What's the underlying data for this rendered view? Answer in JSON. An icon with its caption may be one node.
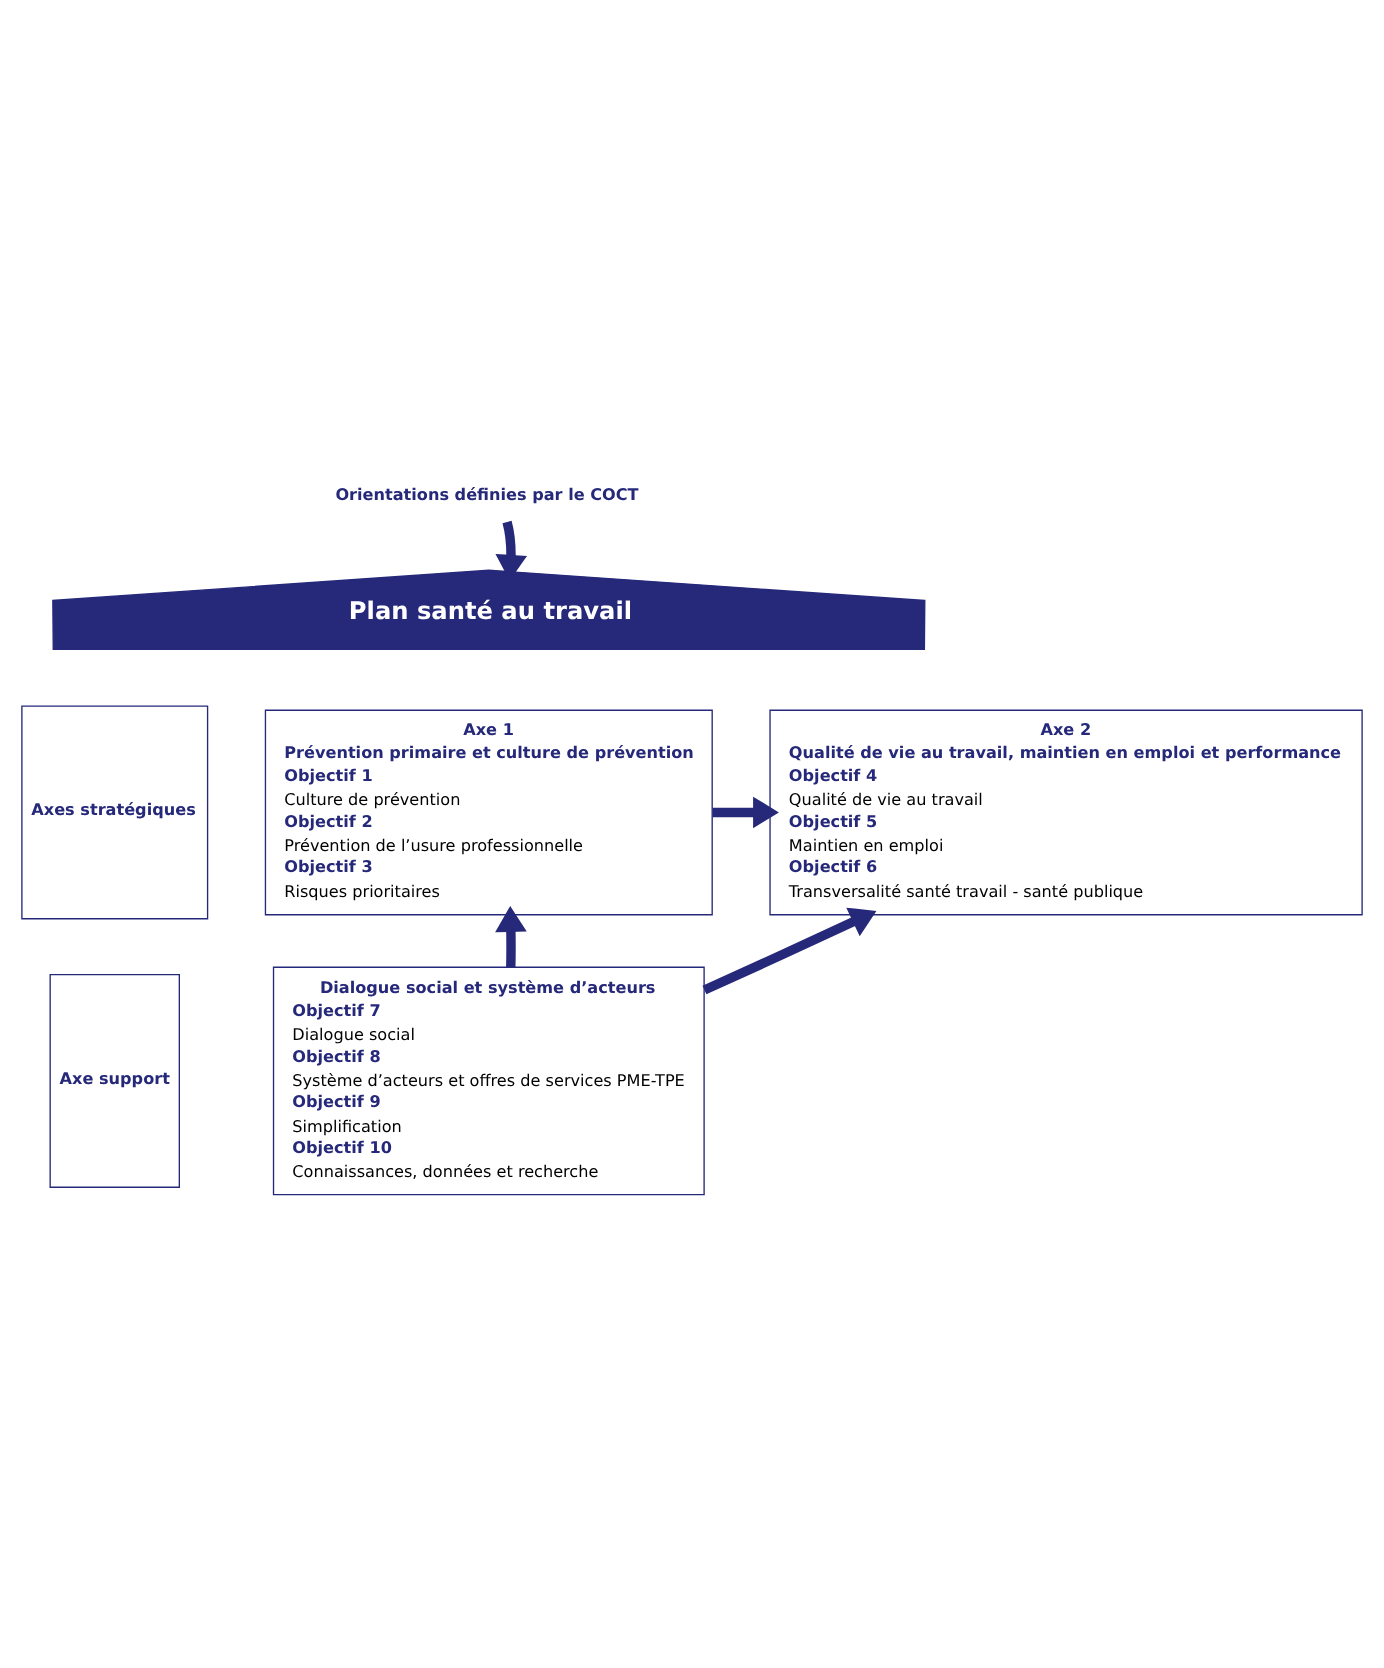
{
  "diagram": {
    "nodes": [
      {
        "text": [
          "Orientations définies par le COCT"
        ]
      },
      {
        "text": [
          "Plan santé au travail"
        ]
      },
      {
        "text": [
          "Axes stratégiques"
        ]
      },
      {
        "text": [
          "Axe 1",
          "Prévention primaire et culture de prévention",
          "Objectif 1",
          "Culture de prévention",
          "Objectif 2",
          "Prévention de l’usure professionnelle",
          "Objectif 3",
          "Risques prioritaires"
        ]
      },
      {
        "text": [
          "Axe 2",
          "Qualité de vie au travail, maintien en emploi et performance",
          "Objectif 4",
          "Qualité de vie au travail",
          "Objectif 5",
          "Maintien en emploi",
          "Objectif 6",
          "Transversalité santé travail - santé publique"
        ]
      },
      {
        "text": [
          "Axe support"
        ]
      },
      {
        "text": [
          "Dialogue social et système d’acteurs",
          "Objectif 7",
          "Dialogue social",
          "Objectif 8",
          "Système d’acteurs et offres de services PME-TPE",
          "Objectif 9",
          "Simplification",
          "Objectif 10",
          "Connaissances, données et recherche"
        ]
      }
    ],
    "edges": [
      {
        "from": 0,
        "to": 1,
        "arrow": "to"
      },
      {
        "from": 3,
        "to": 4,
        "arrow": "to"
      },
      {
        "from": 6,
        "to": 3,
        "arrow": "to"
      },
      {
        "from": 6,
        "to": 4,
        "arrow": "to"
      }
    ]
  }
}
